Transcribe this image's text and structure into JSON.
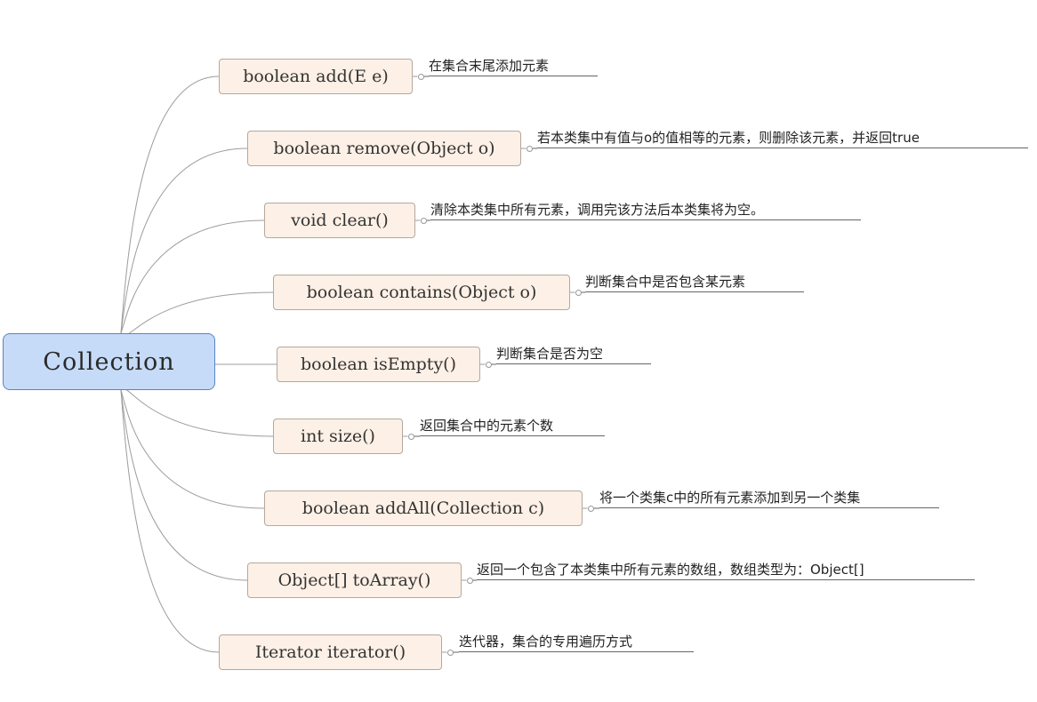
{
  "root": {
    "label": "Collection"
  },
  "methods": [
    {
      "id": "add",
      "label": "boolean add(E e)",
      "note": "在集合末尾添加元素"
    },
    {
      "id": "remove",
      "label": "boolean remove(Object o)",
      "note": "若本类集中有值与o的值相等的元素，则删除该元素，并返回true"
    },
    {
      "id": "clear",
      "label": "void clear()",
      "note": "清除本类集中所有元素，调用完该方法后本类集将为空。"
    },
    {
      "id": "contains",
      "label": "boolean contains(Object o)",
      "note": "判断集合中是否包含某元素"
    },
    {
      "id": "isEmpty",
      "label": "boolean isEmpty()",
      "note": "判断集合是否为空"
    },
    {
      "id": "size",
      "label": "int size()",
      "note": "返回集合中的元素个数"
    },
    {
      "id": "addAll",
      "label": "boolean addAll(Collection c)",
      "note": "将一个类集c中的所有元素添加到另一个类集"
    },
    {
      "id": "toArray",
      "label": "Object[] toArray()",
      "note": "返回一个包含了本类集中所有元素的数组，数组类型为：Object[]"
    },
    {
      "id": "iterator",
      "label": "Iterator iterator()",
      "note": "迭代器，集合的专用遍历方式"
    }
  ],
  "colors": {
    "root_fill": "#c6dbf7",
    "root_border": "#5b84c4",
    "node_fill": "#fdf0e6",
    "node_border": "#b5a89c",
    "connector": "#9c9c9c"
  }
}
